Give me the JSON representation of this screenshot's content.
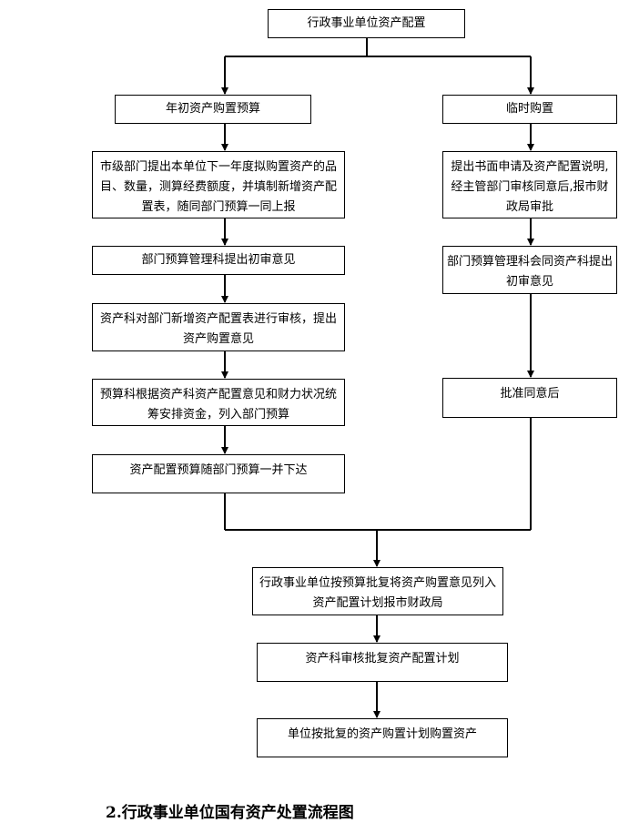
{
  "diagram": {
    "top_box": "行政事业单位资产配置",
    "left_branch": {
      "title": "年初资产购置预算",
      "step1": "市级部门提出本单位下一年度拟购置资产的品目、数量，测算经费额度，并填制新增资产配置表，随同部门预算一同上报",
      "step2": "部门预算管理科提出初审意见",
      "step3": "资产科对部门新增资产配置表进行审核，提出资产购置意见",
      "step4": "预算科根据资产科资产配置意见和财力状况统筹安排资金，列入部门预算",
      "step5": "资产配置预算随部门预算一并下达"
    },
    "right_branch": {
      "title": "临时购置",
      "step1": "提出书面申请及资产配置说明,经主管部门审核同意后,报市财政局审批",
      "step2": "部门预算管理科会同资产科提出初审意见",
      "step3": "批准同意后"
    },
    "merge": {
      "step1": "行政事业单位按预算批复将资产购置意见列入资产配置计划报市财政局",
      "step2": "资产科审核批复资产配置计划",
      "step3": "单位按批复的资产购置计划购置资产"
    }
  },
  "caption": "2.行政事业单位国有资产处置流程图"
}
